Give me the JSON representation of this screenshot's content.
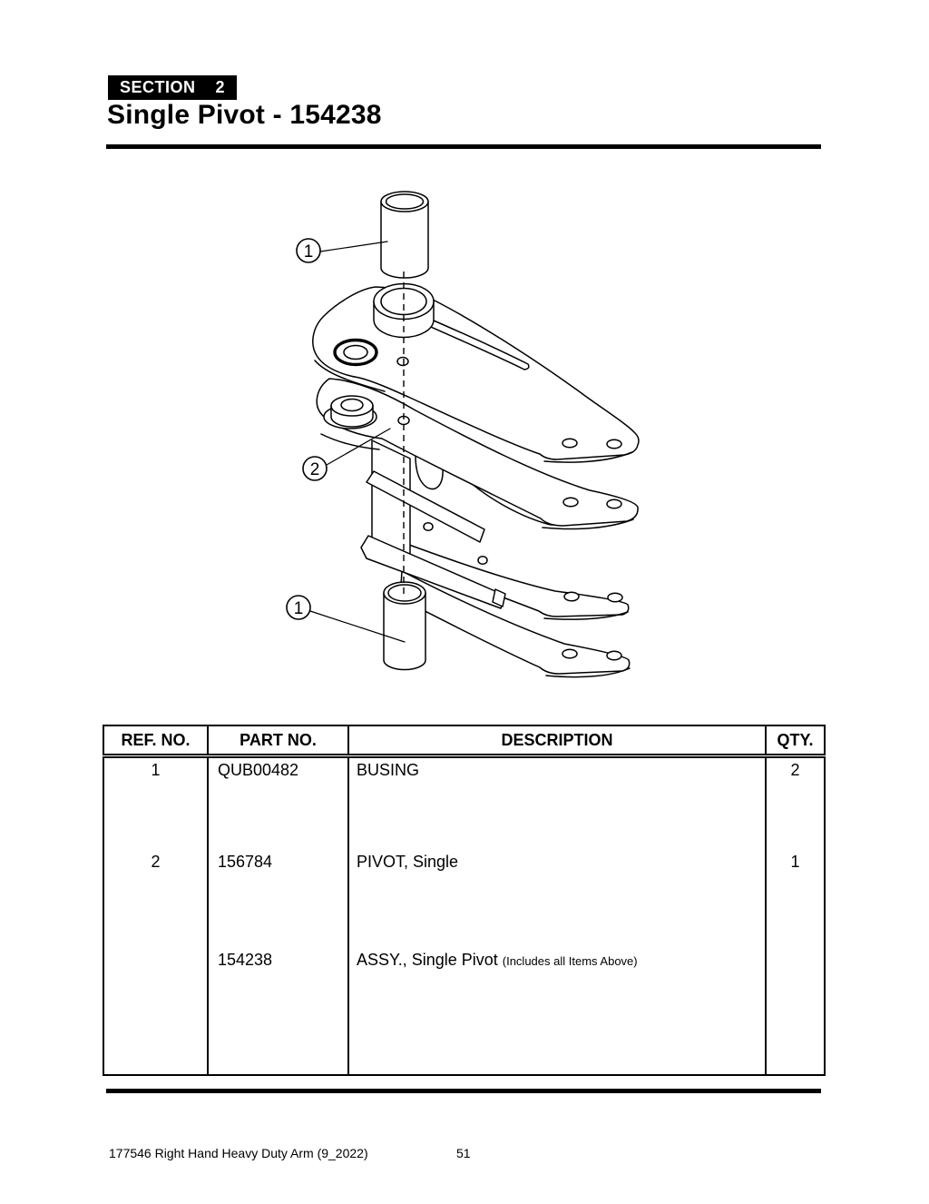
{
  "colors": {
    "ink": "#000000",
    "paper": "#ffffff"
  },
  "header": {
    "section_label": "SECTION",
    "section_number": "2",
    "title": "Single Pivot - 154238"
  },
  "diagram": {
    "callouts": [
      "1",
      "2",
      "1"
    ]
  },
  "table": {
    "headers": [
      "REF. NO.",
      "PART NO.",
      "DESCRIPTION",
      "QTY."
    ],
    "rows": [
      {
        "ref": "1",
        "part": "QUB00482",
        "desc": "BUSING",
        "note": "",
        "qty": "2"
      },
      {
        "ref": "2",
        "part": "156784",
        "desc": "PIVOT, Single",
        "note": "",
        "qty": "1"
      },
      {
        "ref": "",
        "part": "154238",
        "desc": "ASSY., Single Pivot ",
        "note": "(Includes all Items Above)",
        "qty": ""
      }
    ]
  },
  "footer": {
    "document": "177546 Right Hand Heavy Duty Arm (9_2022)",
    "page": "51"
  }
}
